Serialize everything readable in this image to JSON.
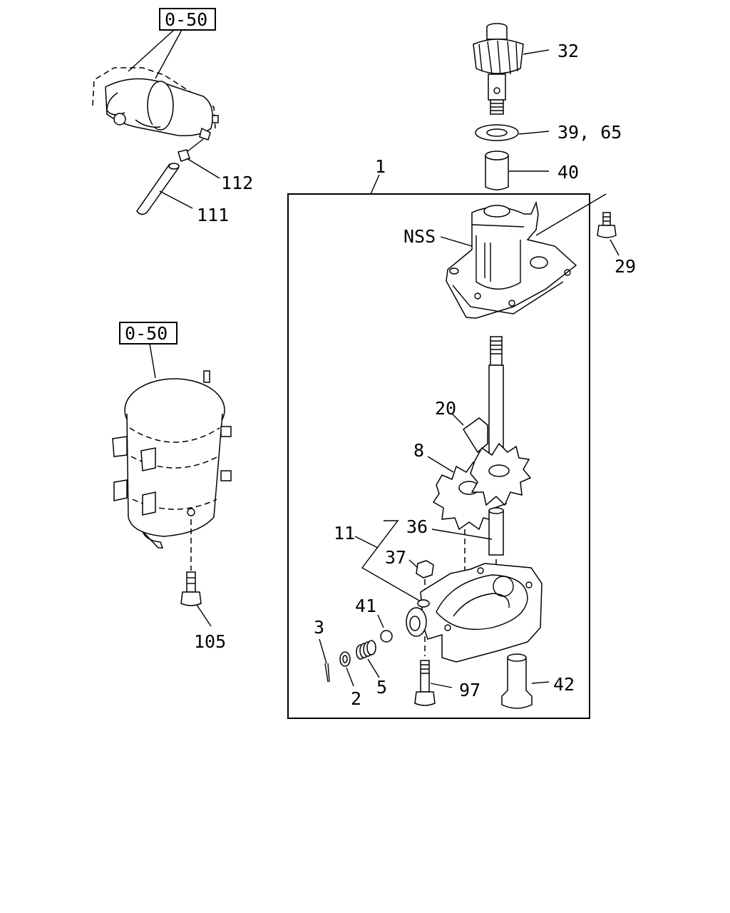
{
  "diagram": {
    "ref_box_top": "0-50",
    "ref_box_middle": "0-50",
    "labels": {
      "l32": "32",
      "l39_65": "39, 65",
      "l40": "40",
      "l1": "1",
      "lNSS": "NSS",
      "l29": "29",
      "l112": "112",
      "l111": "111",
      "l20": "20",
      "l8": "8",
      "l36": "36",
      "l11": "11",
      "l37": "37",
      "l41": "41",
      "l3": "3",
      "l2": "2",
      "l5": "5",
      "l97": "97",
      "l42": "42",
      "l105": "105"
    }
  }
}
